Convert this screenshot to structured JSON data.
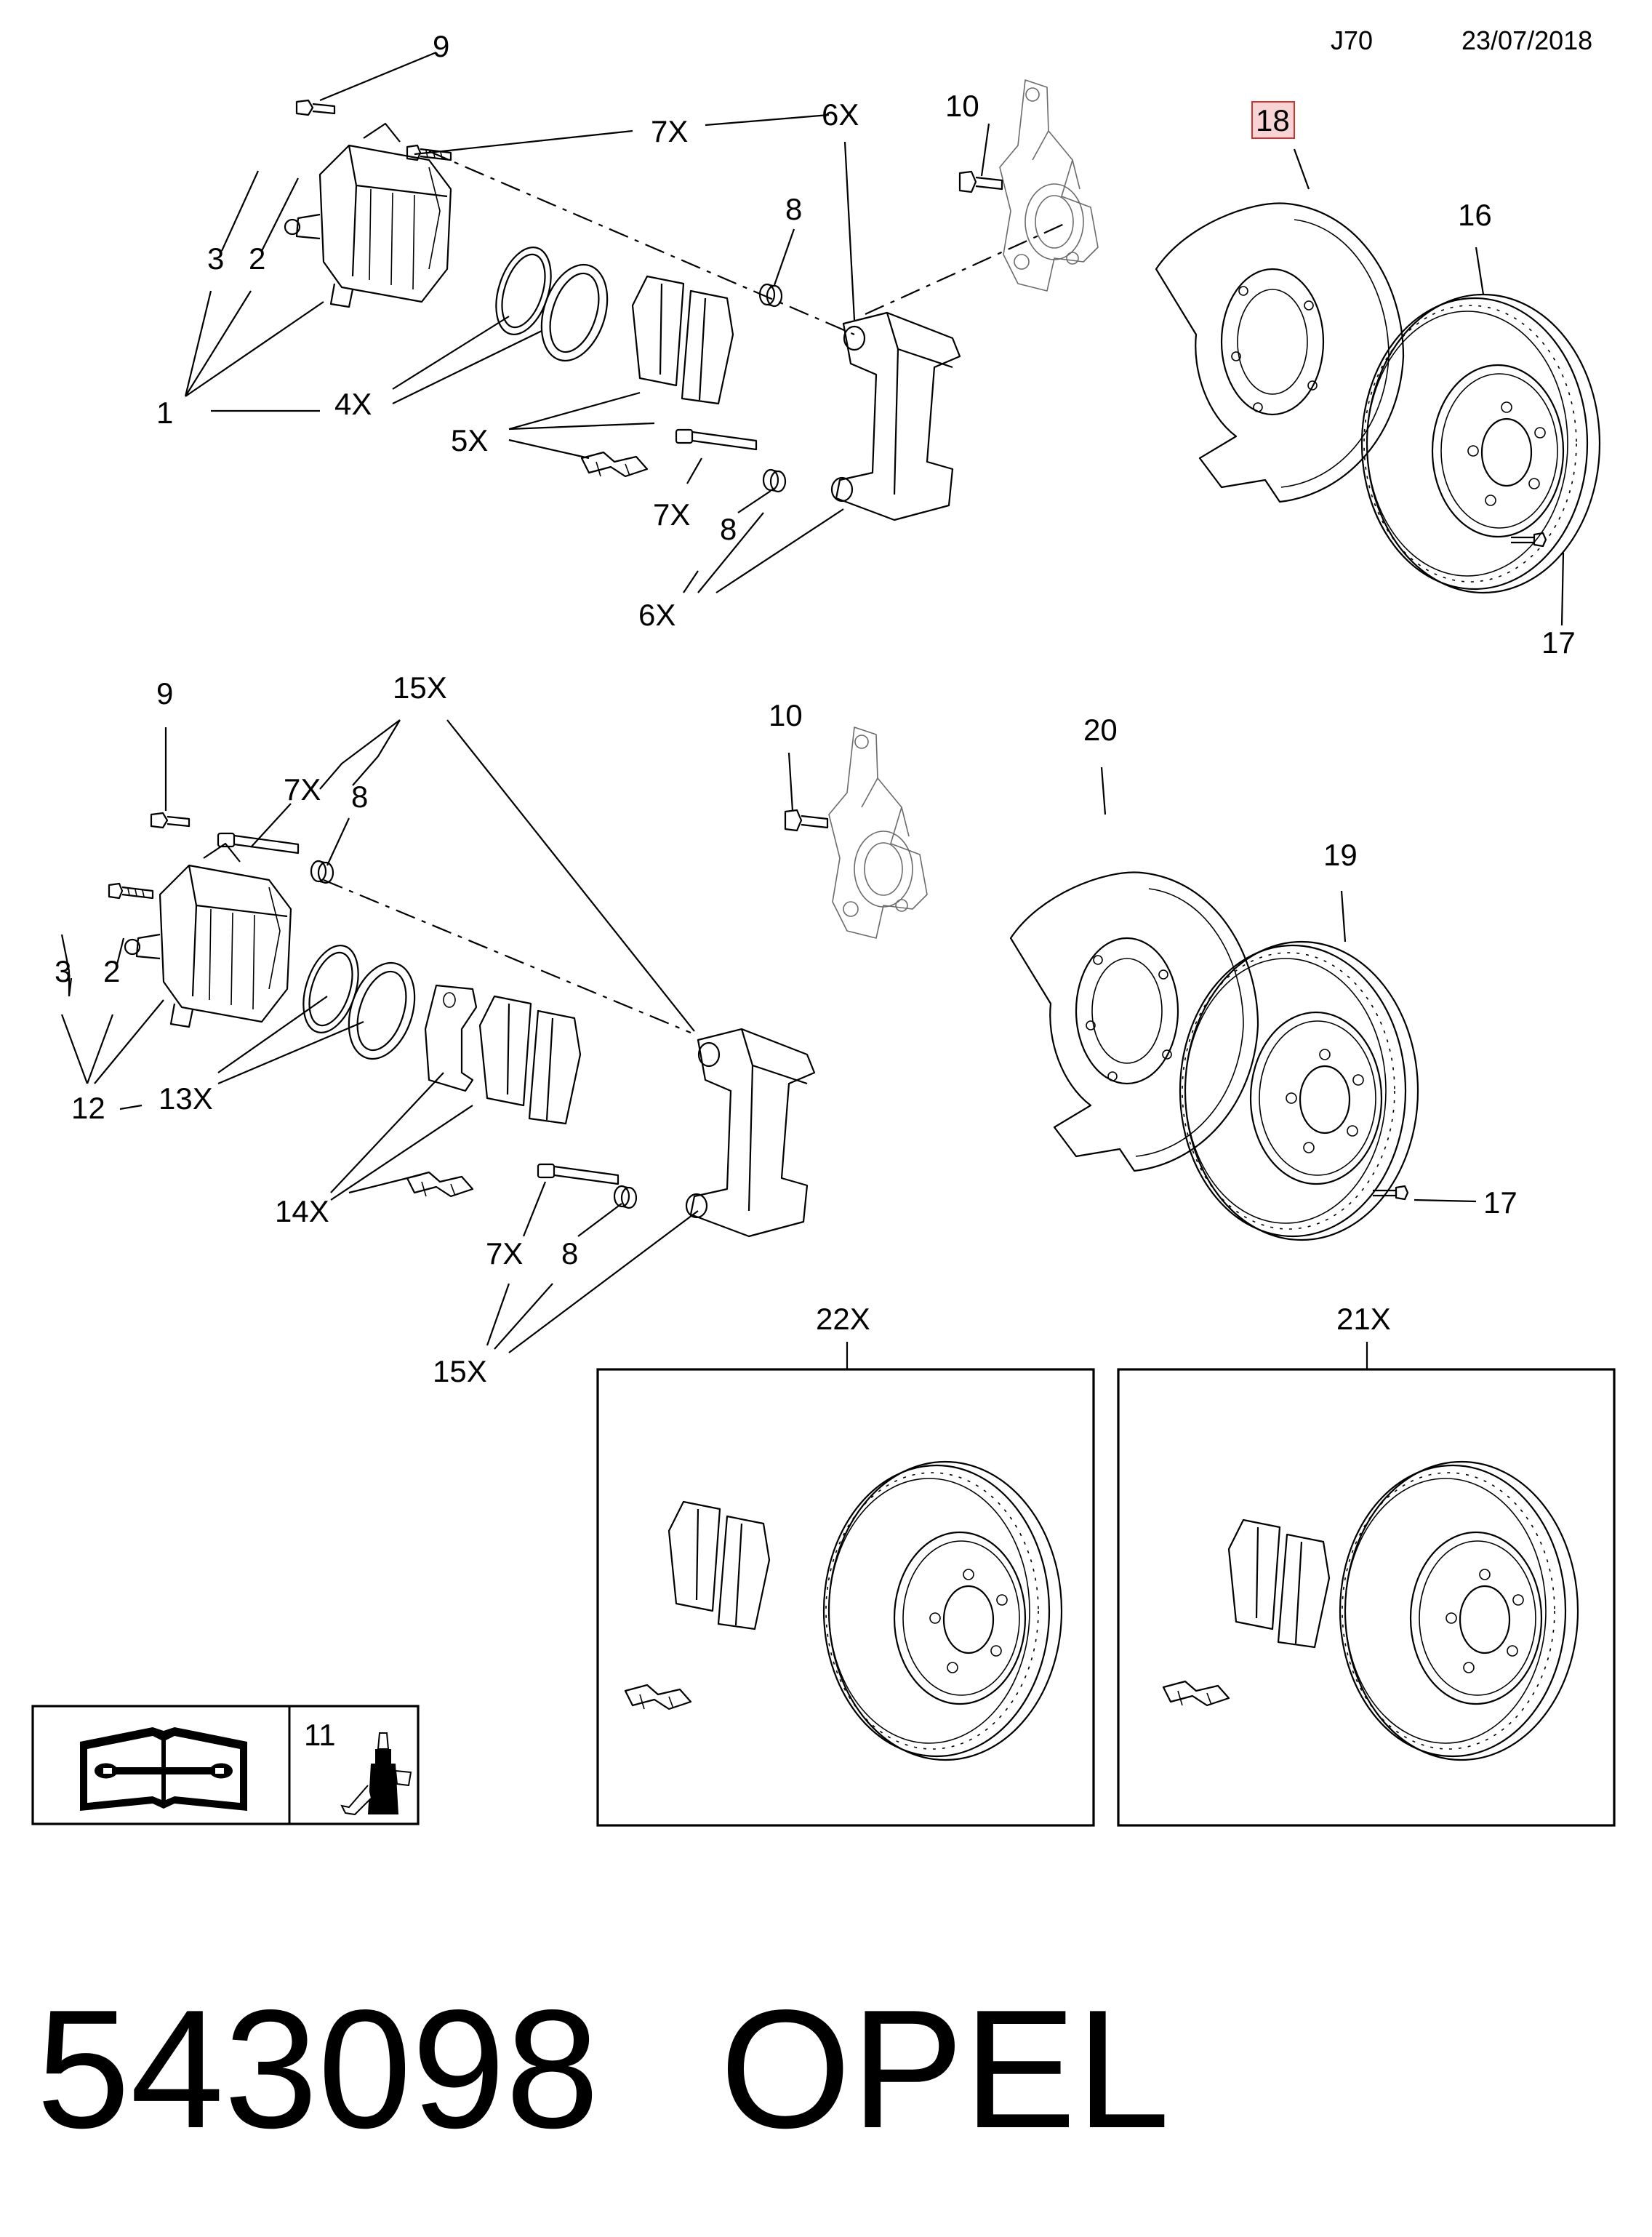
{
  "header": {
    "code": "J70",
    "date": "23/07/2018"
  },
  "footer": {
    "part_number": "543098",
    "brand": "OPEL"
  },
  "highlighted_callout": "18",
  "callouts": {
    "top": {
      "c9": "9",
      "c7x_a": "7X",
      "c6x_a": "6X",
      "c10": "10",
      "c18": "18",
      "c16": "16",
      "c8_a": "8",
      "c3": "3",
      "c2": "2",
      "c1": "1",
      "c4x": "4X",
      "c5x": "5X",
      "c7x_b": "7X",
      "c8_b": "8",
      "c6x_b": "6X",
      "c17": "17"
    },
    "bottom": {
      "c9": "9",
      "c15x_a": "15X",
      "c7x_a": "7X",
      "c8_a": "8",
      "c10": "10",
      "c20": "20",
      "c19": "19",
      "c3": "3",
      "c2": "2",
      "c12": "12",
      "c13x": "13X",
      "c14x": "14X",
      "c7x_b": "7X",
      "c8_b": "8",
      "c15x_b": "15X",
      "c17": "17"
    },
    "kits": {
      "c22x": "22X",
      "c21x": "21X",
      "c11": "11"
    }
  },
  "icons": [
    "service-manual-icon",
    "lubricant-bottle-icon"
  ]
}
